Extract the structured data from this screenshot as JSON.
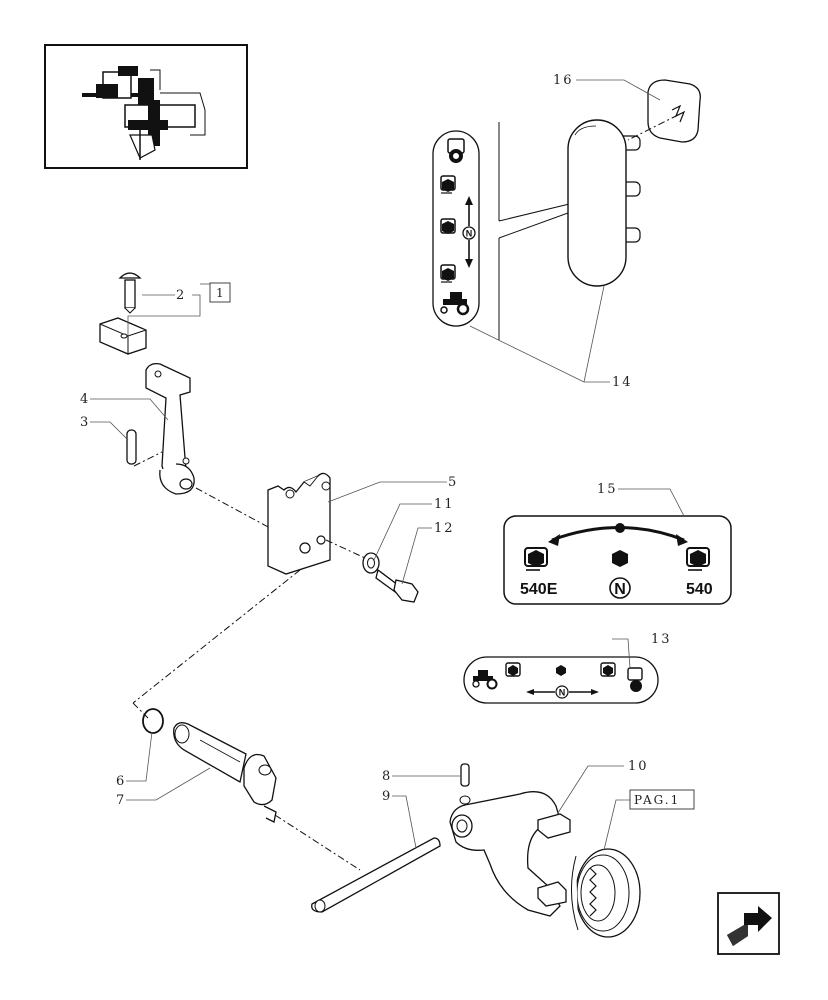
{
  "callouts": {
    "c2": "2",
    "c3": "3",
    "c4": "4",
    "c5": "5",
    "c6": "6",
    "c7": "7",
    "c8": "8",
    "c9": "9",
    "c10": "10",
    "c11": "11",
    "c12": "12",
    "c13": "13",
    "c14": "14",
    "c15": "15",
    "c16": "16"
  },
  "ref_boxes": {
    "box1": "1",
    "pag1": "PAG.1"
  },
  "decal_15": {
    "left_label": "540E",
    "center_label": "N",
    "right_label": "540"
  },
  "small_n": "N",
  "icons": {
    "thumbnail": "gearbox-thumbnail-icon",
    "nav": "next-page-arrow-icon"
  }
}
